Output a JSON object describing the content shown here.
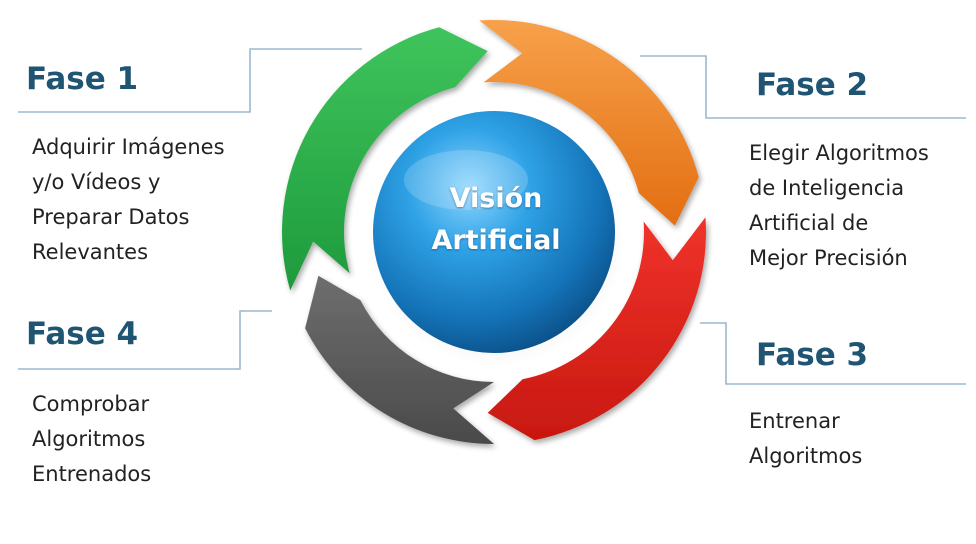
{
  "center": {
    "line1": "Visión",
    "line2": "Artificial"
  },
  "phases": [
    {
      "title": "Fase 1",
      "lines": [
        "Adquirir Imágenes",
        "y/o Vídeos y",
        "Preparar Datos",
        "Relevantes"
      ],
      "color": "#2db04b"
    },
    {
      "title": "Fase 2",
      "lines": [
        "Elegir Algoritmos",
        "de Inteligencia",
        "Artificial de",
        "Mejor Precisión"
      ],
      "color": "#ee7d1f"
    },
    {
      "title": "Fase 3",
      "lines": [
        "Entrenar",
        "Algoritmos"
      ],
      "color": "#e3231f"
    },
    {
      "title": "Fase 4",
      "lines": [
        "Comprobar",
        "Algoritmos",
        "Entrenados"
      ],
      "color": "#5c5c5c"
    }
  ],
  "colors": {
    "title_text": "#1f5472",
    "connector_line": "#9ab8cf",
    "sphere": "#1e8fd8"
  }
}
